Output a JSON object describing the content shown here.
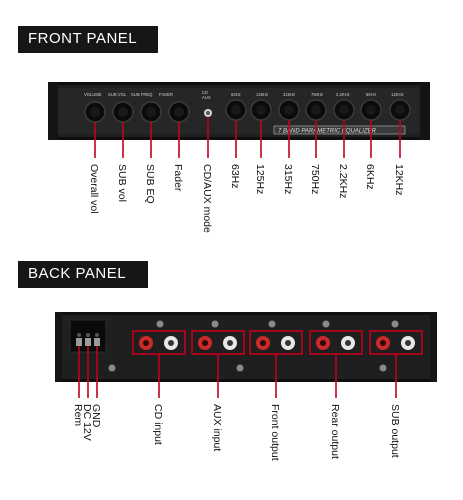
{
  "front": {
    "title": "FRONT PANEL",
    "panel_labels": [
      "VOLUME",
      "SUB VOL",
      "SUB FREQ",
      "FADER",
      "CD",
      "AUX",
      "63Hz",
      "125Hz",
      "315Hz",
      "750Hz",
      "2.2KHz",
      "6KHz",
      "12KHz"
    ],
    "eq_label": "7 BAND PARAMETRIC EQUALIZER",
    "callouts": [
      "Overall vol",
      "SUB vol",
      "SUB EQ",
      "Fader",
      "CD/AUX mode",
      "63Hz",
      "125Hz",
      "315Hz",
      "750Hz",
      "2.2KHz",
      "6KHz",
      "12KHz"
    ]
  },
  "back": {
    "title": "BACK PANEL",
    "callouts": [
      "Rem",
      "DC 12V",
      "GND",
      "CD input",
      "AUX input",
      "Front output",
      "Rear output",
      "SUB output"
    ]
  },
  "colors": {
    "banner": "#161616",
    "panel": "#1c1c1c",
    "callout_line": "#c4001a",
    "rca_red": "#cc2a2a",
    "rca_white": "#e8e8e8"
  }
}
